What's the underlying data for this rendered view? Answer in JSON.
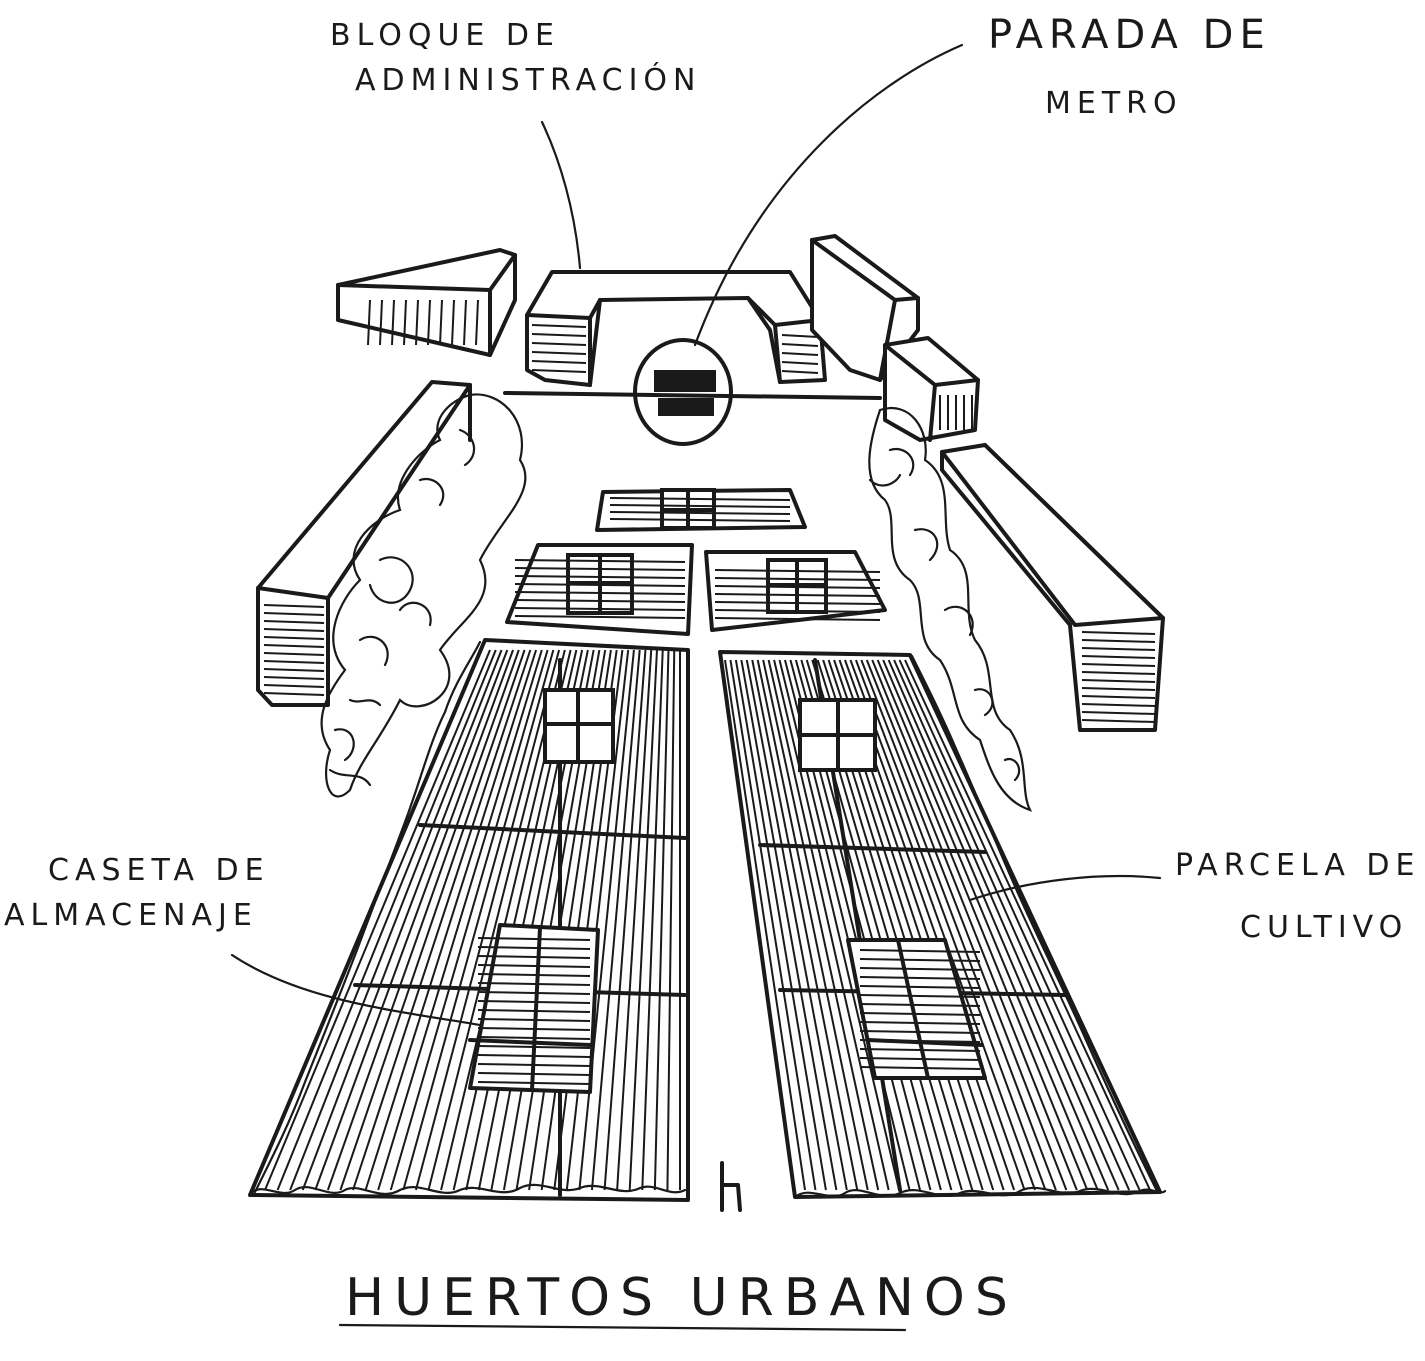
{
  "labels": {
    "admin_line1": "BLOQUE   DE",
    "admin_line2": "ADMINISTRACIÓN",
    "metro_line1": "PARADA DE",
    "metro_line2": "METRO",
    "caseta_line1": "CASETA  DE",
    "caseta_line2": "ALMACENAJE",
    "parcela_line1": "PARCELA DE",
    "parcela_line2": "CULTIVO"
  },
  "title": "HUERTOS   URBANOS",
  "colors": {
    "ink": "#1a1a1a",
    "paper": "#ffffff"
  }
}
